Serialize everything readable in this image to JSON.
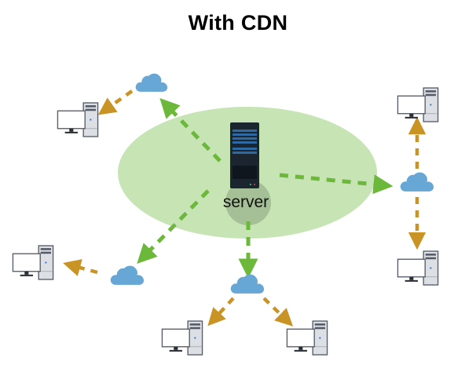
{
  "title": "With CDN",
  "server": {
    "label": "server",
    "icon": "server-rack-icon"
  },
  "colors": {
    "origin_zone": "#c6e4b4",
    "server_shadow": "#a5bf96",
    "origin_arrow": "#6bb83a",
    "edge_arrow": "#c99424",
    "cloud": "#66a7d6",
    "server_body": "#1b2530",
    "server_slot": "#2f69a3"
  },
  "edges": [
    {
      "id": "cloud-top-left",
      "icon": "cloud-icon",
      "clients": [
        "client-left-top"
      ]
    },
    {
      "id": "cloud-right",
      "icon": "cloud-icon",
      "clients": [
        "client-right-top",
        "client-right-bottom"
      ]
    },
    {
      "id": "cloud-bottom-left",
      "icon": "cloud-icon",
      "clients": [
        "client-left-bottom"
      ]
    },
    {
      "id": "cloud-bottom",
      "icon": "cloud-icon",
      "clients": [
        "client-bottom-left",
        "client-bottom-right"
      ]
    }
  ],
  "clients": [
    {
      "id": "client-left-top",
      "icon": "desktop-computer-icon"
    },
    {
      "id": "client-right-top",
      "icon": "desktop-computer-icon"
    },
    {
      "id": "client-right-bottom",
      "icon": "desktop-computer-icon"
    },
    {
      "id": "client-left-bottom",
      "icon": "desktop-computer-icon"
    },
    {
      "id": "client-bottom-left",
      "icon": "desktop-computer-icon"
    },
    {
      "id": "client-bottom-right",
      "icon": "desktop-computer-icon"
    }
  ]
}
